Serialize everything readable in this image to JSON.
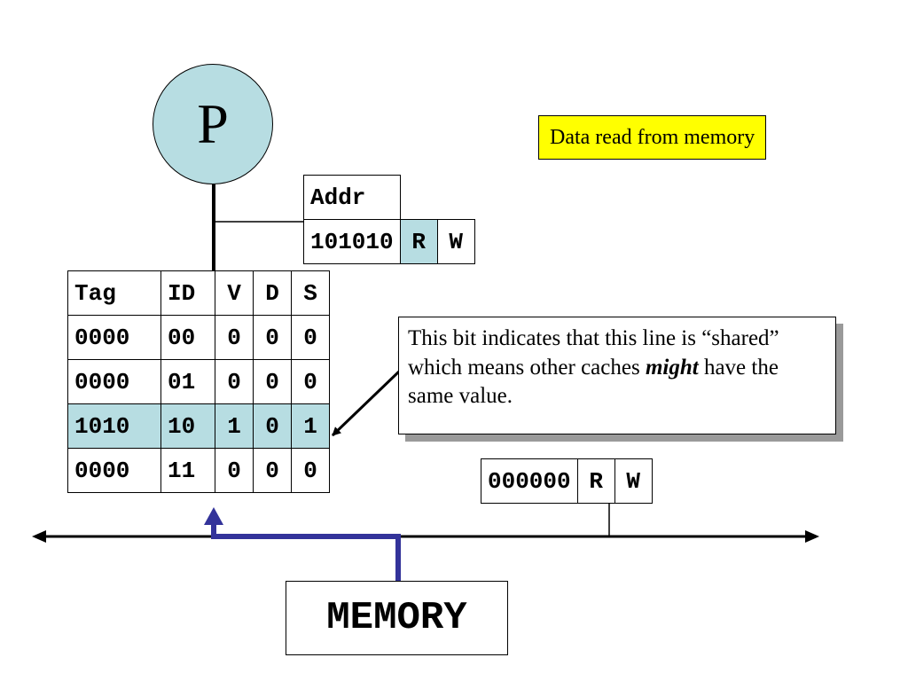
{
  "processor": {
    "label": "P"
  },
  "status_note": "Data read from memory",
  "requesting_address": {
    "header": "Addr",
    "value": "101010",
    "read_flag": "R",
    "write_flag": "W",
    "highlighted_flag": "R"
  },
  "cache": {
    "columns": [
      "Tag",
      "ID",
      "V",
      "D",
      "S"
    ],
    "rows": [
      [
        "0000",
        "00",
        "0",
        "0",
        "0"
      ],
      [
        "0000",
        "01",
        "0",
        "0",
        "0"
      ],
      [
        "1010",
        "10",
        "1",
        "0",
        "1"
      ],
      [
        "0000",
        "11",
        "0",
        "0",
        "0"
      ]
    ],
    "highlighted_row": 2
  },
  "callout": {
    "text_before": "This bit indicates that this line is “shared” which means other caches ",
    "emphasis": "might",
    "text_after": " have the same value."
  },
  "other_cache_address": {
    "value": "000000",
    "read_flag": "R",
    "write_flag": "W"
  },
  "memory": {
    "label": "MEMORY"
  },
  "colors": {
    "processor_fill": "#b7dde2",
    "highlight": "#b7dde2",
    "note_fill": "#ffff00",
    "data_path": "#33339a"
  }
}
